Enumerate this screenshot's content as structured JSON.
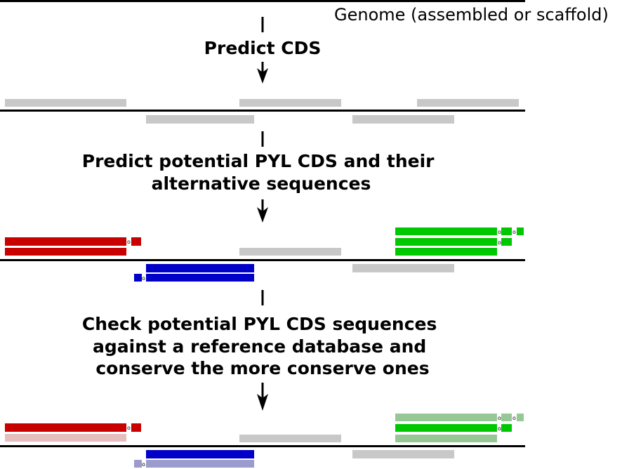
{
  "genome_label": "Genome (assembled or scaffold)",
  "steps": [
    {
      "lines": [
        "Predict CDS"
      ]
    },
    {
      "lines": [
        "Predict potential PYL CDS and their",
        "alternative sequences"
      ]
    },
    {
      "lines": [
        "Check potential PYL CDS sequences",
        "against a reference database and",
        "conserve the more conserve ones"
      ]
    }
  ],
  "stop_codon_mark": "o",
  "colors": {
    "gene_gray": "#c8c8c8",
    "red": "#c80000",
    "red_faded": "#e6bebe",
    "blue": "#0000c8",
    "blue_faded": "#9b9bcd",
    "green": "#00c800",
    "green_faded": "#96c896",
    "line": "#000000"
  }
}
